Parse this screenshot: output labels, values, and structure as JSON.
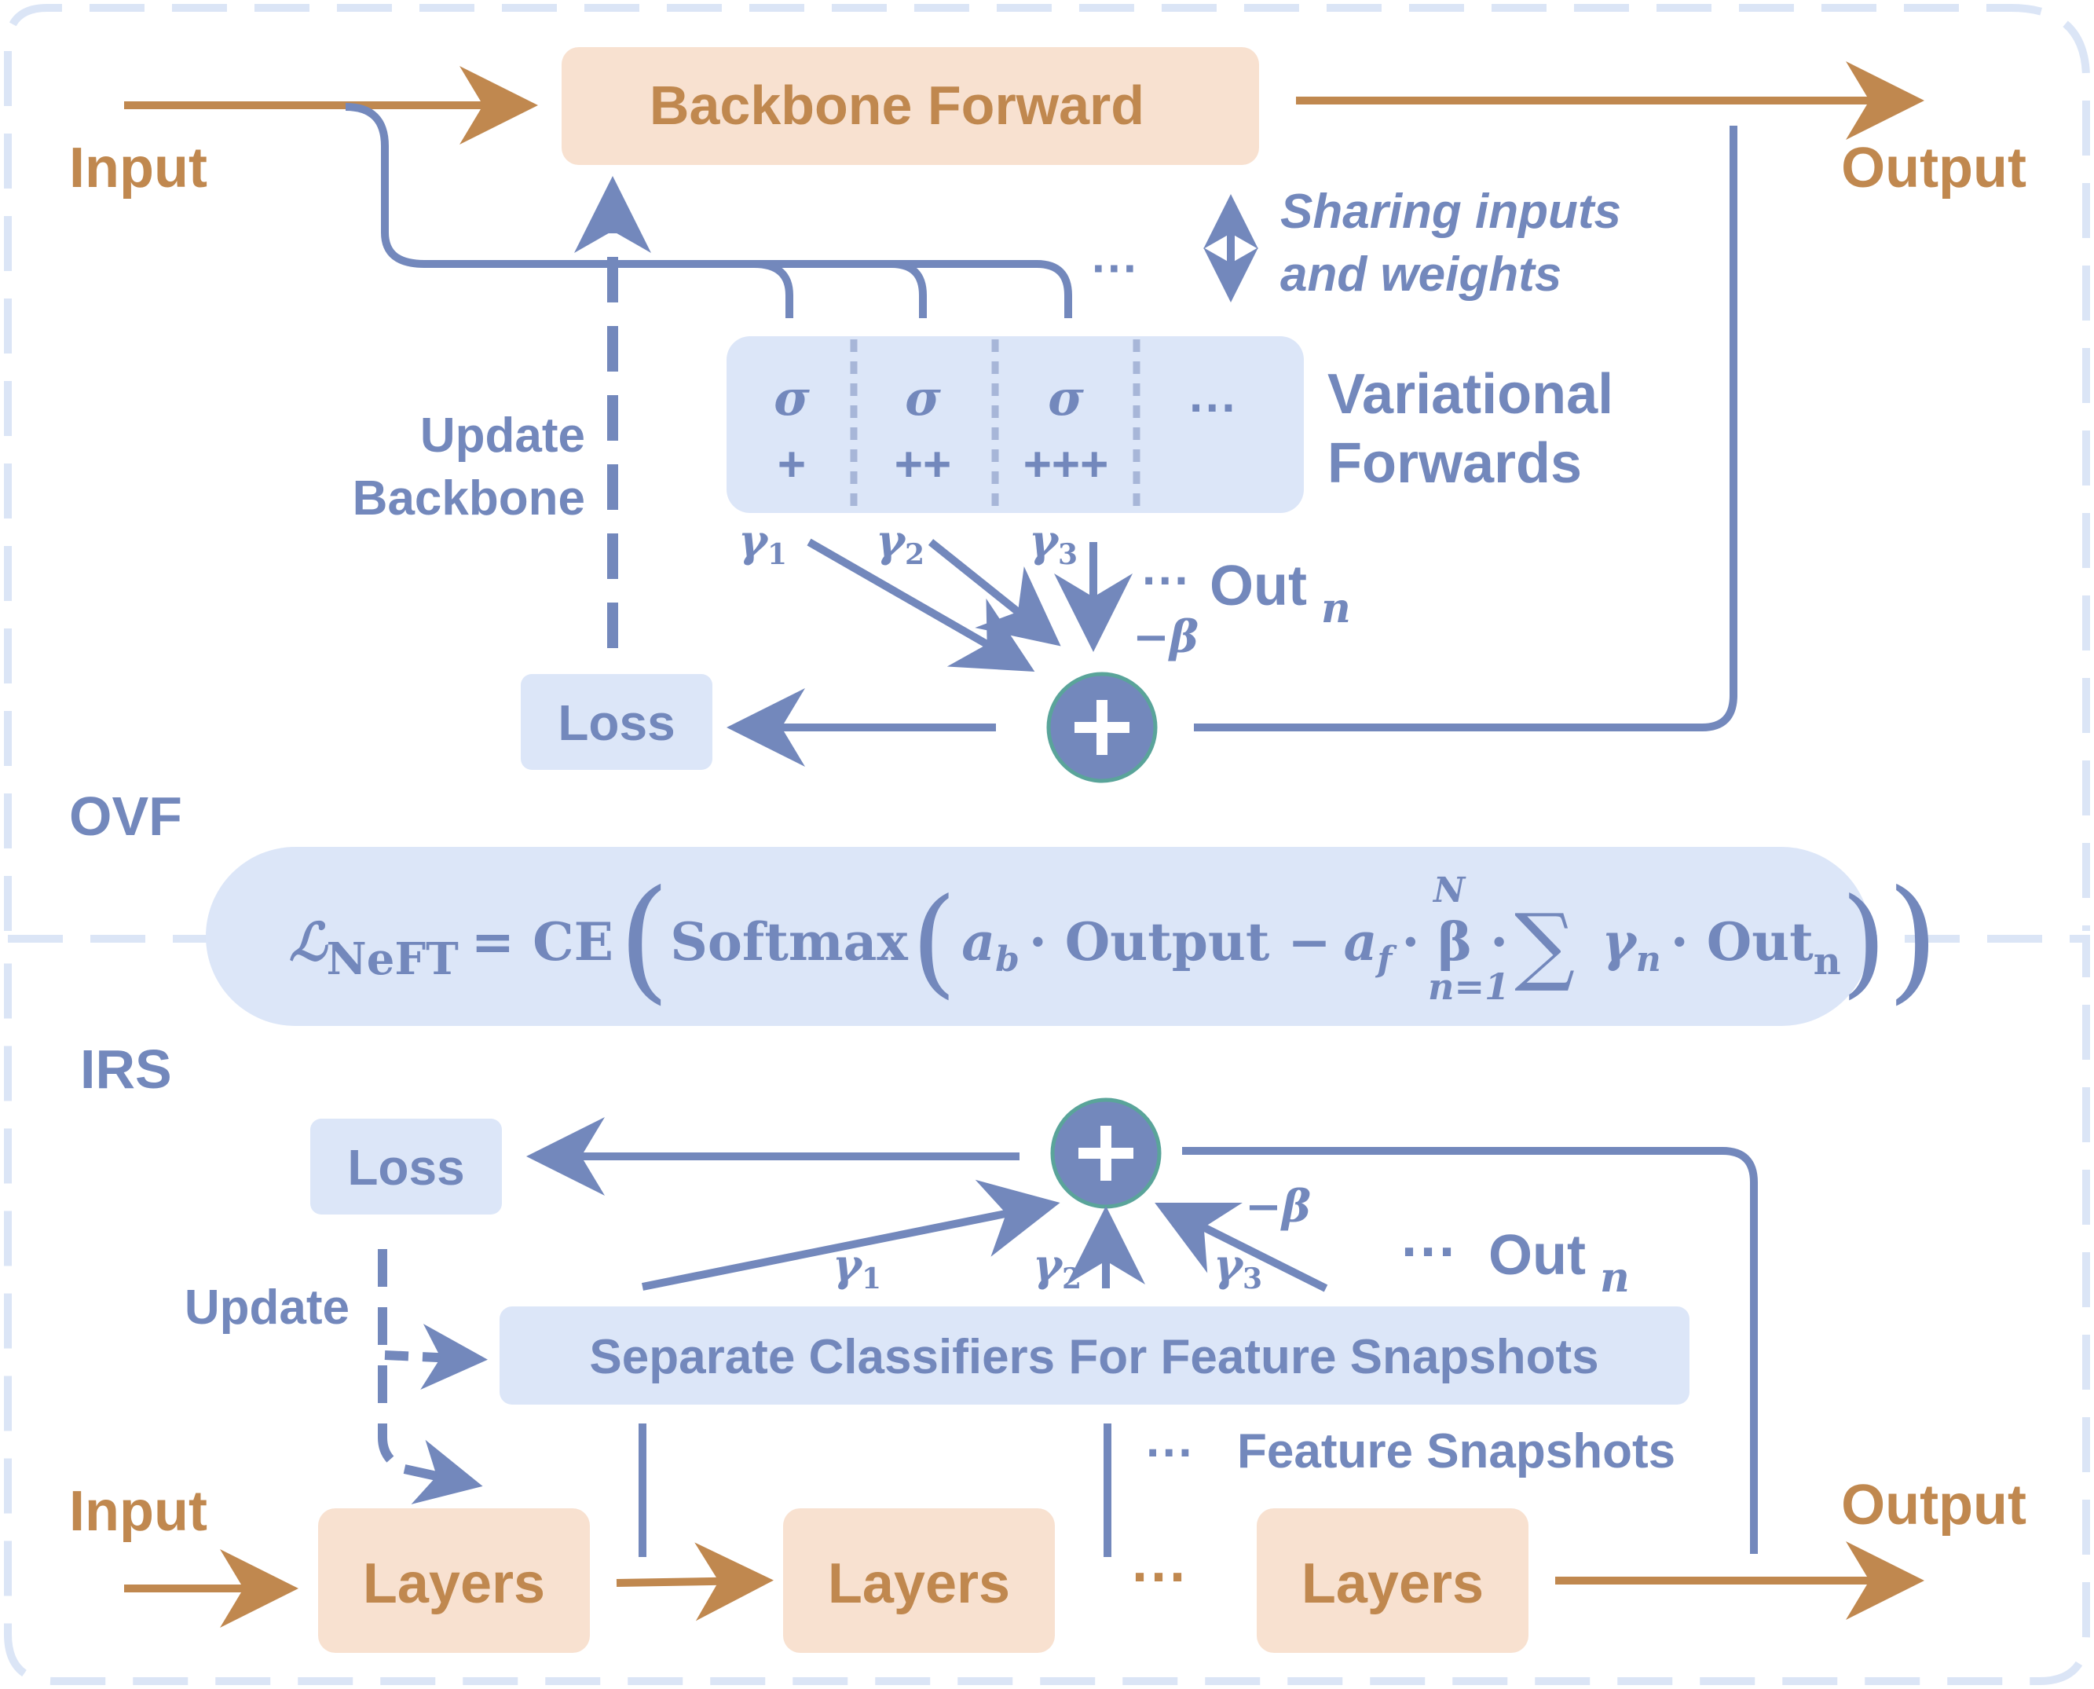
{
  "colors": {
    "blue": "#7388bc",
    "orange": "#c0884f",
    "orange_box": "#f8e1d0",
    "blue_box": "#dce6f8",
    "blue_box_dark": "#ccd9f1",
    "dash_border": "#dbe5f6",
    "plus_fill": "#7388bc",
    "plus_ring": "#5aa49a"
  },
  "icons": {
    "sum": "circle-plus-icon",
    "arrow": "arrow-icon",
    "double_arrow": "double-headed-arrow-icon"
  },
  "ovf": {
    "section_label": "OVF",
    "input_label": "Input",
    "output_label": "Output",
    "backbone_forward": "Backbone Forward",
    "sharing_line1": "Sharing inputs",
    "sharing_line2": "and weights",
    "ellipsis": "···",
    "variational_line1": "Variational",
    "variational_line2": "Forwards",
    "cells": [
      {
        "sigma": "σ",
        "ops": "+"
      },
      {
        "sigma": "σ",
        "ops": "++"
      },
      {
        "sigma": "σ",
        "ops": "+++"
      },
      {
        "sigma": "···",
        "ops": ""
      }
    ],
    "update_line1": "Update",
    "update_line2": "Backbone",
    "gamma1": "γ",
    "gamma1_sub": "1",
    "gamma2": "γ",
    "gamma2_sub": "2",
    "gamma3": "γ",
    "gamma3_sub": "3",
    "out_dots": "···",
    "out_label": "Out",
    "out_sub": "n",
    "minus_beta": "−β",
    "loss": "Loss"
  },
  "formula": {
    "lhs": "ℒ",
    "lhs_sub": "NeFT",
    "eq_ce": "= CE",
    "softmax": "Softmax",
    "ab": "a",
    "ab_sub": "b",
    "output": "· Output −",
    "af": "a",
    "af_sub": "f",
    "beta": "· β ·",
    "sum": "∑",
    "sum_top": "N",
    "sum_bottom": "n=1",
    "gamma_n": "γ",
    "gamma_n_sub": "n",
    "out_n": "· Out",
    "out_n_sub": "n"
  },
  "irs": {
    "section_label": "IRS",
    "input_label": "Input",
    "output_label": "Output",
    "loss": "Loss",
    "update": "Update",
    "classifiers": "Separate Classifiers For Feature Snapshots",
    "gamma1": "γ",
    "gamma1_sub": "1",
    "gamma2": "γ",
    "gamma2_sub": "2",
    "gamma3": "γ",
    "gamma3_sub": "3",
    "minus_beta": "−β",
    "out_dots": "···",
    "out_label": "Out",
    "out_sub": "n",
    "snap_dots": "···",
    "feature_snapshots": "Feature Snapshots",
    "layers": [
      "Layers",
      "Layers",
      "Layers"
    ],
    "layer_dots": "···"
  }
}
